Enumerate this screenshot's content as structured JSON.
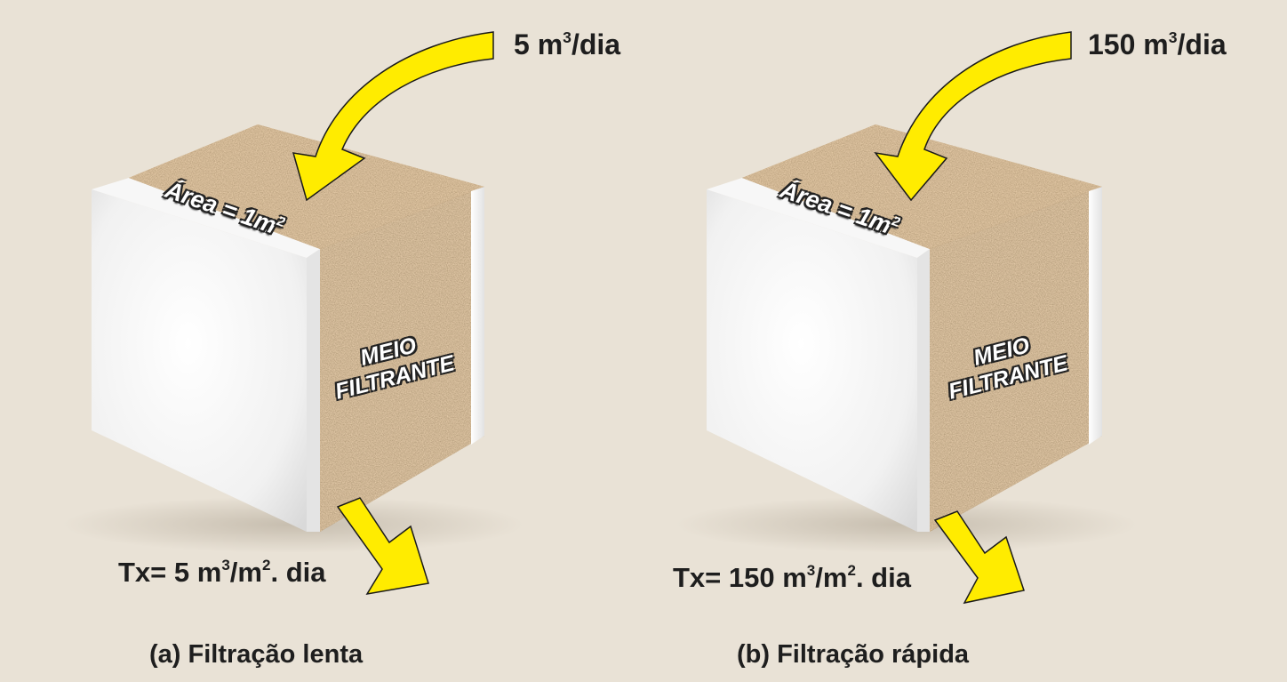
{
  "panel_a": {
    "inflow": "5 m",
    "inflow_exp": "3",
    "inflow_unit": "/dia",
    "area_label": "Área = 1m",
    "area_exp": "2",
    "medium_line1": "MEIO",
    "medium_line2": "FILTRANTE",
    "rate_prefix": "Tx= 5 m",
    "rate_exp": "3",
    "rate_mid": "/m",
    "rate_exp2": "2",
    "rate_suffix": ". dia",
    "caption": "(a) Filtração lenta"
  },
  "panel_b": {
    "inflow": "150 m",
    "inflow_exp": "3",
    "inflow_unit": "/dia",
    "area_label": "Área = 1m",
    "area_exp": "2",
    "medium_line1": "MEIO",
    "medium_line2": "FILTRANTE",
    "rate_prefix": "Tx= 150 m",
    "rate_exp": "3",
    "rate_mid": "/m",
    "rate_exp2": "2",
    "rate_suffix": ". dia",
    "caption": "(b) Filtração rápida"
  },
  "colors": {
    "background": "#e9e2d6",
    "arrow": "#ffec00",
    "sand": "#b08a5c",
    "cube_white": "#f4f4f4"
  }
}
